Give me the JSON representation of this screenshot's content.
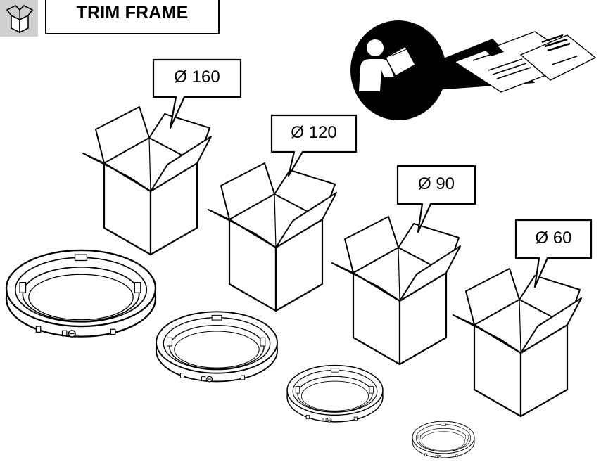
{
  "header": {
    "title": "TRIM FRAME",
    "icon": "box-outline-icon"
  },
  "manual_icon": "read-manual-icon",
  "callouts": [
    {
      "label": "Ø 160"
    },
    {
      "label": "Ø 120"
    },
    {
      "label": "Ø 90"
    },
    {
      "label": "Ø 60"
    }
  ],
  "colors": {
    "line": "#000000",
    "fill": "#ffffff",
    "icon_gray": "#cfcfcf"
  }
}
